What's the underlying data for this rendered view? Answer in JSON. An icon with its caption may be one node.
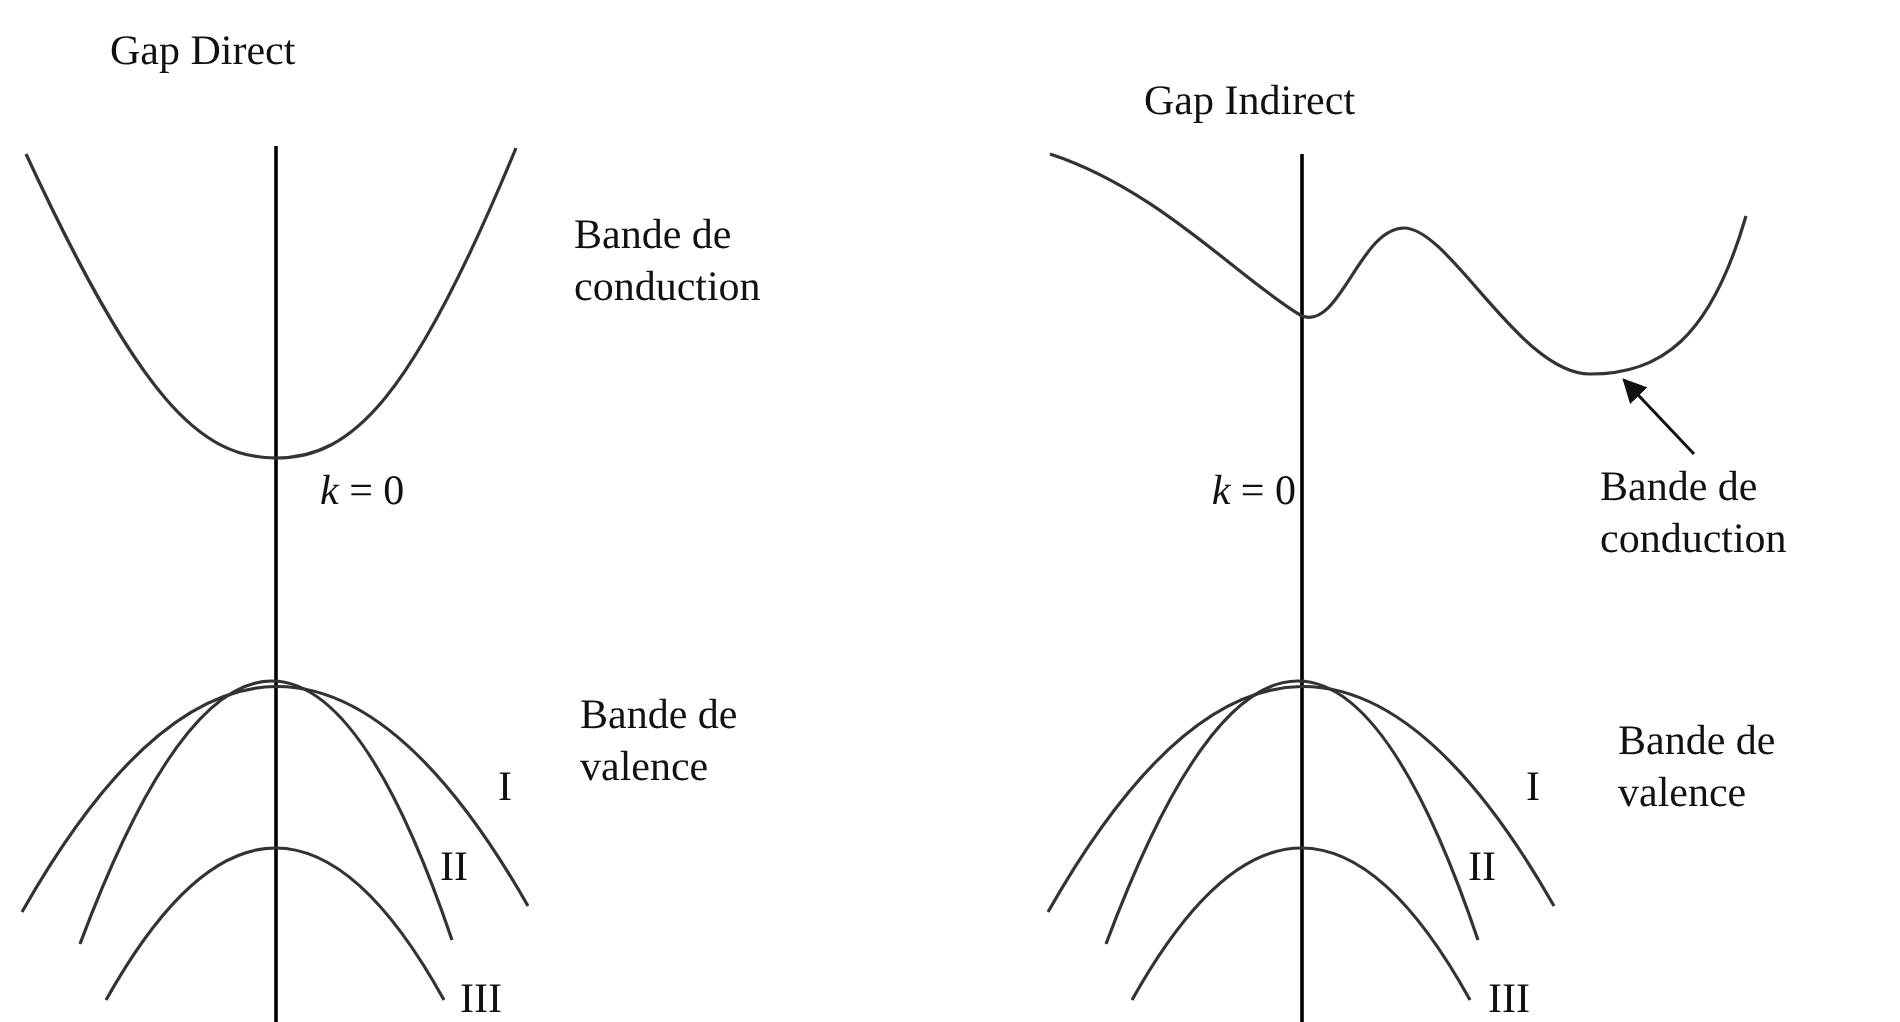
{
  "diagram": {
    "nodes": [
      {
        "text": [],
        "shape": "curve"
      },
      {
        "text": [
          "Bande de conduction"
        ]
      }
    ],
    "edges": [
      {
        "from": 1,
        "to": 0,
        "arrow": "to"
      }
    ],
    "labels": [
      "Gap Direct",
      "Gap Indirect",
      "Bande de conduction",
      "*k* = 0",
      "*k* = 0",
      "Bande de valence",
      "Bande de valence",
      "I",
      "I",
      "II",
      "II",
      "III",
      "III"
    ]
  }
}
